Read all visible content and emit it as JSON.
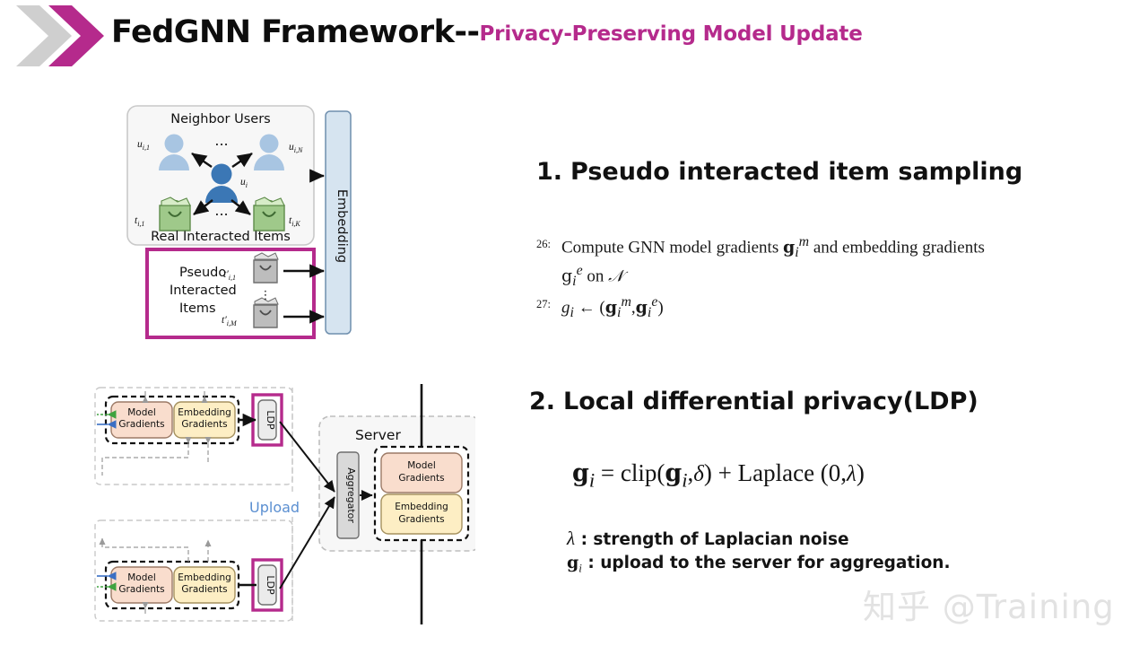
{
  "header": {
    "logo": "double-chevron-logo",
    "logo_colors": {
      "gray": "#cfcfcf",
      "magenta": "#b52a8c"
    },
    "title_main": "FedGNN Framework--",
    "title_sub": "Privacy-Preserving Model Update",
    "title_main_color": "#0d0d0d",
    "title_sub_color": "#b52a8c"
  },
  "steps": [
    {
      "number": "1.",
      "label": "Pseudo interacted item sampling"
    },
    {
      "number": "2.",
      "label": "Local differential privacy(LDP)"
    }
  ],
  "algorithm": {
    "lines": [
      {
        "number": "26:",
        "text_plain": "Compute GNN model gradients g_i^m and embedding gradients g_i^e on N",
        "part_a": "Compute GNN model gradients",
        "part_b": "and embedding gradients",
        "part_c": "on"
      },
      {
        "number": "27:",
        "text_plain": "g_i <- (g_i^m, g_i^e)"
      }
    ]
  },
  "ldp": {
    "formula_plain": "g_i = clip(g_i, δ) + Laplace (0, λ)",
    "legend": [
      {
        "symbol": "λ",
        "separator": ":",
        "text": "strength of Laplacian noise"
      },
      {
        "symbol": "g_i",
        "separator": ":",
        "text": "upload to the server for aggregation."
      }
    ]
  },
  "figure_top": {
    "name": "pseudo-interacted-item-sampling-diagram",
    "neighbor_box_label": "Neighbor Users",
    "real_items_label": "Real Interacted Items",
    "pseudo_box_label_lines": [
      "Pseudo",
      "Interacted",
      "Items"
    ],
    "embedding_label": "Embedding",
    "user_labels": [
      "u i,1",
      "u i,N",
      "u i"
    ],
    "item_labels": [
      "t i,1",
      "t i,K"
    ],
    "pseudo_item_labels": [
      "t' i,1",
      "t' i,M"
    ],
    "ellipsis": "...",
    "colors": {
      "neighbor_box_fill": "#f7f7f7",
      "neighbor_box_stroke": "#c9c9c9",
      "pseudo_box_stroke": "#b52a8c",
      "user_light": "#a8c5e2",
      "user_dark": "#3b77b5",
      "bag_green": "#9fc98a",
      "bag_gray": "#b8b8b8",
      "embedding_fill": "#d6e4f0",
      "embedding_stroke": "#6f8fae"
    }
  },
  "figure_bottom": {
    "name": "ldp-upload-aggregation-diagram",
    "client_blocks": [
      {
        "model_label_lines": [
          "Model",
          "Gradients"
        ],
        "embedding_label_lines": [
          "Embedding",
          "Gradients"
        ],
        "ldp_label": "LDP"
      },
      {
        "model_label_lines": [
          "Model",
          "Gradients"
        ],
        "embedding_label_lines": [
          "Embedding",
          "Gradients"
        ],
        "ldp_label": "LDP"
      }
    ],
    "upload_label": "Upload",
    "server_label": "Server",
    "aggregator_label": "Aggregator",
    "server_model_label_lines": [
      "Model",
      "Gradients"
    ],
    "server_embedding_label_lines": [
      "Embedding",
      "Gradients"
    ],
    "colors": {
      "model_fill": "#f9ddcd",
      "model_stroke": "#c9a48b",
      "embedding_fill": "#fdeec4",
      "embedding_stroke": "#c9b176",
      "ldp_fill": "#ebebeb",
      "ldp_stroke": "#7a7a7a",
      "ldp_highlight": "#b52a8c",
      "upload_text": "#5b8fd1",
      "server_fill": "#f7f7f7",
      "server_stroke": "#bdbdbd",
      "aggregator_fill": "#d9d9d9",
      "aggregator_stroke": "#6e6e6e"
    }
  },
  "watermark": {
    "text": "知乎 @Training",
    "color": "#e2e2e2"
  }
}
